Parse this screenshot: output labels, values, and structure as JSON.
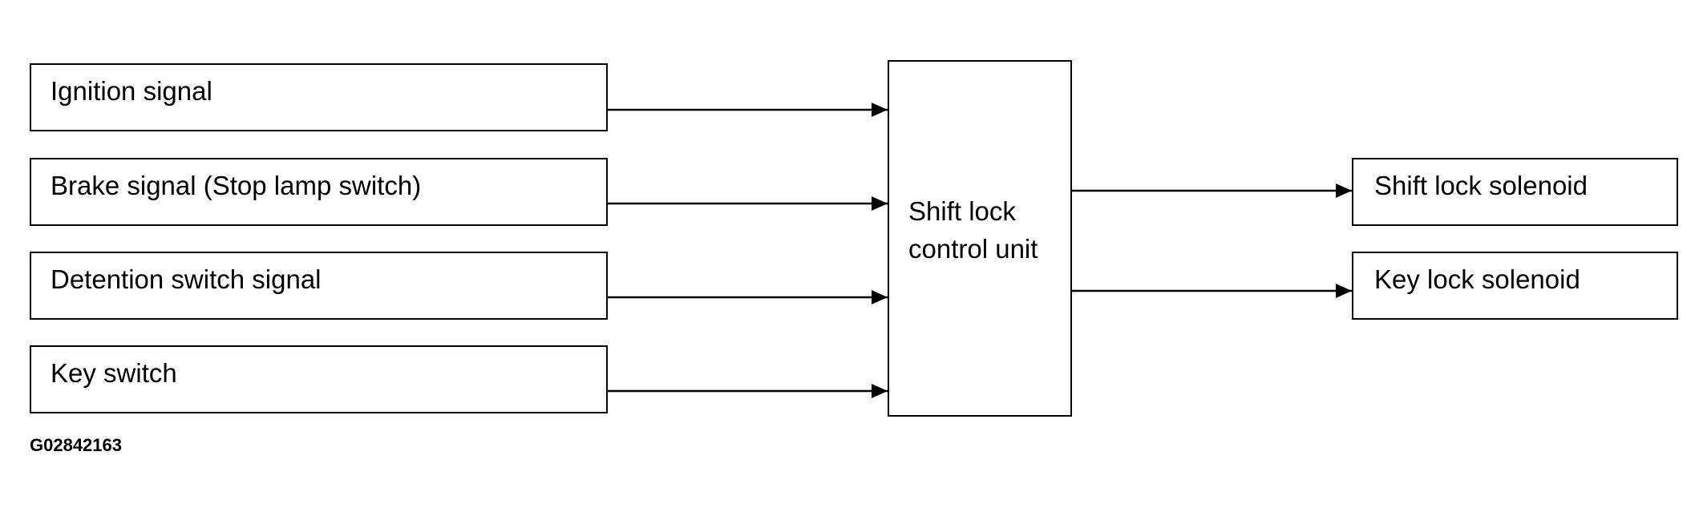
{
  "inputs": [
    {
      "label": "Ignition signal"
    },
    {
      "label": "Brake signal (Stop lamp switch)"
    },
    {
      "label": "Detention switch signal"
    },
    {
      "label": "Key switch"
    }
  ],
  "control_unit": {
    "label": "Shift lock control unit"
  },
  "outputs": [
    {
      "label": "Shift lock solenoid"
    },
    {
      "label": "Key lock solenoid"
    }
  ],
  "figure_code": "G02842163",
  "colors": {
    "line": "#000000",
    "background": "#ffffff"
  }
}
